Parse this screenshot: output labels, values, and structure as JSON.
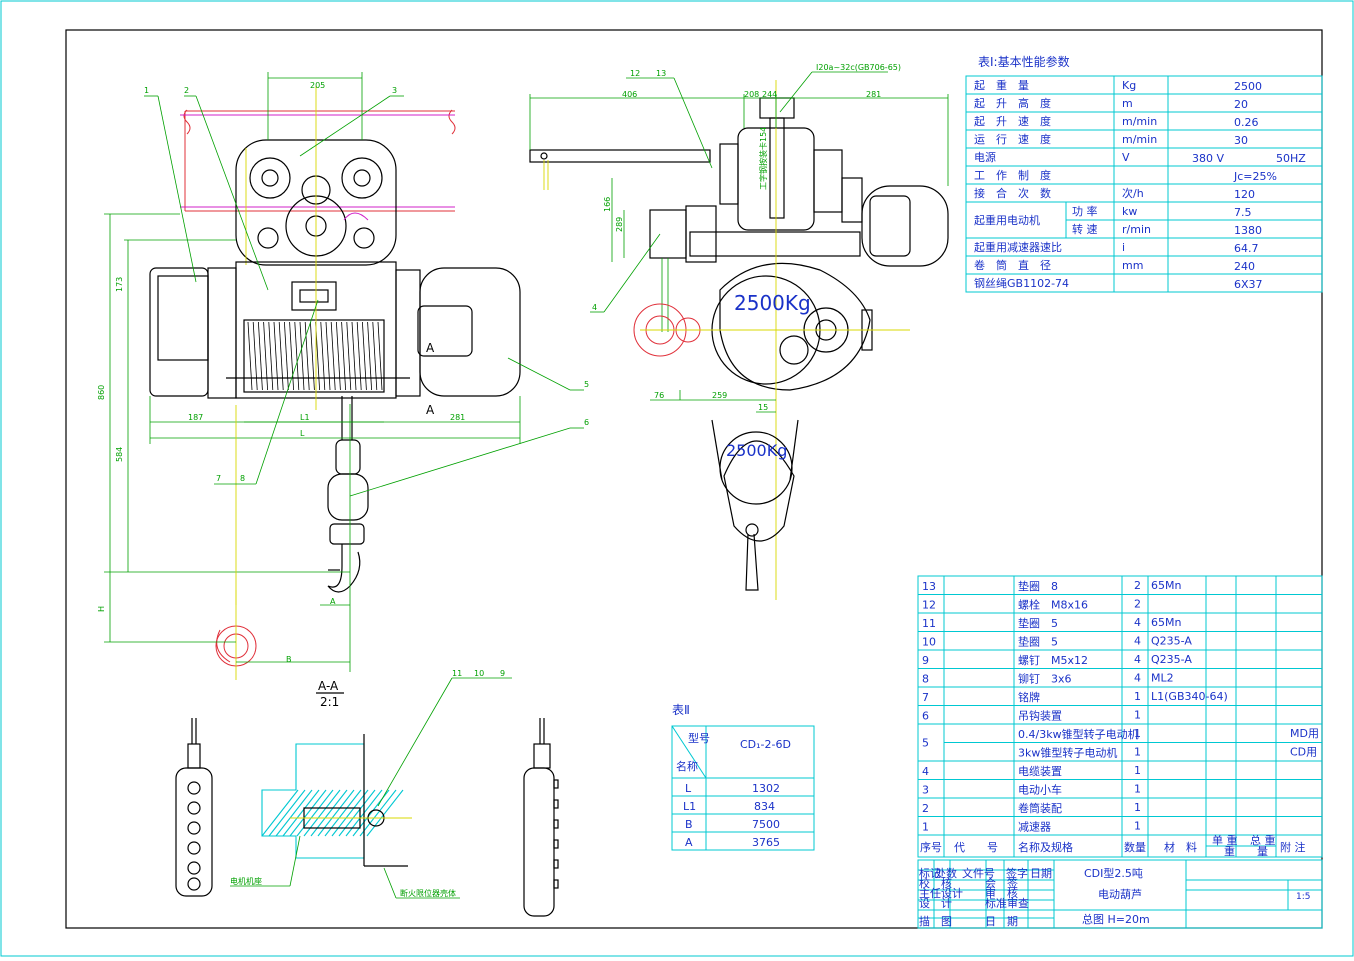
{
  "table1": {
    "title": "表Ⅰ:基本性能参数",
    "rows": [
      {
        "name": "起　重　量",
        "unit": "Kg",
        "value": "2500"
      },
      {
        "name": "起　升　高　度",
        "unit": "m",
        "value": "20"
      },
      {
        "name": "起　升　速　度",
        "unit": "m/min",
        "value": "0.26"
      },
      {
        "name": "运　行　速　度",
        "unit": "m/min",
        "value": "30"
      },
      {
        "name": "电源",
        "unit": "V",
        "value": "380 V",
        "value2": "50HZ"
      },
      {
        "name": "工　作　制　度",
        "unit": "",
        "value": "Jc=25%"
      },
      {
        "name": "接　合　次　数",
        "unit": "次/h",
        "value": "120"
      },
      {
        "name": "起重用电动机",
        "sub": "功 率",
        "unit": "kw",
        "value": "7.5"
      },
      {
        "name": "",
        "sub": "转 速",
        "unit": "r/min",
        "value": "1380"
      },
      {
        "name": "起重用减速器速比",
        "unit": "i",
        "value": "64.7"
      },
      {
        "name": "卷　筒　直　径",
        "unit": "mm",
        "value": "240"
      },
      {
        "name": "钢丝绳GB1102-74",
        "unit": "",
        "value": "6X37"
      }
    ]
  },
  "table2": {
    "title": "表Ⅱ",
    "header_a": "型号",
    "header_b": "名称",
    "model": "CD₁-2-6D",
    "rows": [
      {
        "name": "L",
        "value": "1302"
      },
      {
        "name": "L1",
        "value": "834"
      },
      {
        "name": "B",
        "value": "7500"
      },
      {
        "name": "A",
        "value": "3765"
      }
    ]
  },
  "parts": {
    "rows": [
      {
        "no": "13",
        "name": "垫圈　8",
        "qty": "2",
        "mat": "65Mn",
        "note": ""
      },
      {
        "no": "12",
        "name": "螺栓　M8x16",
        "qty": "2",
        "mat": "",
        "note": ""
      },
      {
        "no": "11",
        "name": "垫圈　5",
        "qty": "4",
        "mat": "65Mn",
        "note": ""
      },
      {
        "no": "10",
        "name": "垫圈　5",
        "qty": "4",
        "mat": "Q235-A",
        "note": ""
      },
      {
        "no": "9",
        "name": "螺钉　M5x12",
        "qty": "4",
        "mat": "Q235-A",
        "note": ""
      },
      {
        "no": "8",
        "name": "铆钉　3x6",
        "qty": "4",
        "mat": "ML2",
        "note": ""
      },
      {
        "no": "7",
        "name": "铭牌",
        "qty": "1",
        "mat": "L1(GB340-64)",
        "note": ""
      },
      {
        "no": "6",
        "name": "吊钩装置",
        "qty": "1",
        "mat": "",
        "note": ""
      },
      {
        "no": "5",
        "name": "0.4/3kw锥型转子电动机",
        "qty": "1",
        "mat": "",
        "note": "MD用"
      },
      {
        "no": "",
        "name": "3kw锥型转子电动机",
        "qty": "1",
        "mat": "",
        "note": "CD用"
      },
      {
        "no": "4",
        "name": "电缆装置",
        "qty": "1",
        "mat": "",
        "note": ""
      },
      {
        "no": "3",
        "name": "电动小车",
        "qty": "1",
        "mat": "",
        "note": ""
      },
      {
        "no": "2",
        "name": "卷筒装配",
        "qty": "1",
        "mat": "",
        "note": ""
      },
      {
        "no": "1",
        "name": "减速器",
        "qty": "1",
        "mat": "",
        "note": ""
      }
    ],
    "header": {
      "no": "序号",
      "code": "代　　号",
      "name": "名称及规格",
      "qty": "数量",
      "mat": "材　料",
      "w1": "单 重",
      "w2": "总 重",
      "w3": "重　　量",
      "note": "附 注"
    }
  },
  "title_block": {
    "title1": "CDⅠ型2.5吨",
    "title2": "电动葫芦",
    "title3": "总图 H=20m",
    "scale": "1:5",
    "left_labels": [
      "标记",
      "处数",
      "文件号",
      "签字",
      "日期",
      "设　计",
      "标准审查",
      "校　核",
      "会　签",
      "主任设计",
      "审　核",
      "描　图",
      "日　期"
    ]
  },
  "drawing": {
    "load_main": "2500Kg",
    "load_hook": "2500Kg",
    "section_label": "A-A",
    "section_scale": "2:1",
    "callouts": [
      "1",
      "2",
      "3",
      "4",
      "5",
      "6",
      "7",
      "8",
      "9",
      "10",
      "11",
      "12",
      "13"
    ],
    "dims": {
      "d205": "205",
      "d173": "173",
      "d860": "860",
      "d584": "584",
      "d187": "187",
      "d281": "281",
      "dL1": "L1",
      "dL": "L",
      "dH": "H",
      "dA": "A",
      "dB": "B",
      "d406": "406",
      "d208": "208",
      "d244": "244",
      "d281b": "281",
      "d166": "166",
      "d289": "289",
      "d76": "76",
      "d259": "259",
      "d15": "15"
    },
    "rail_note": "I20a~32c(GB706-65)",
    "rail_vertical": "工字钢按装卡154",
    "sect_A": "A",
    "label_motor_base": "电机机座",
    "label_fire": "断火限位器壳体"
  }
}
